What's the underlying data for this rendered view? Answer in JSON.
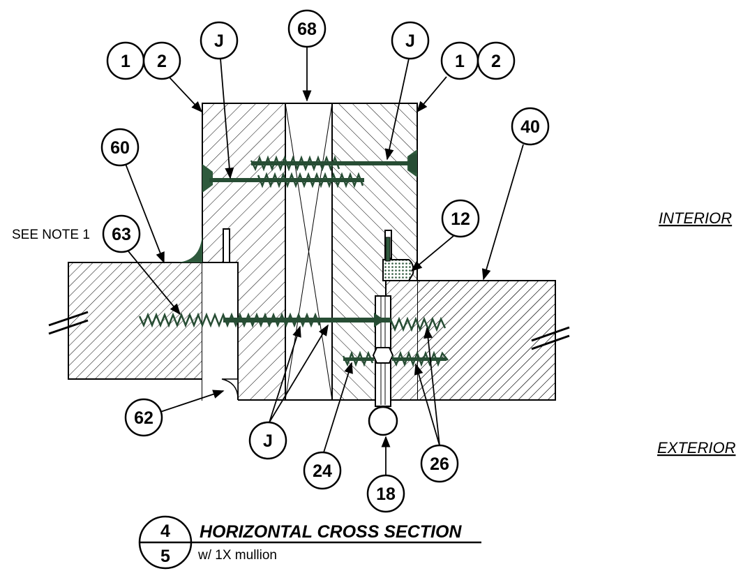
{
  "title": {
    "main": "HORIZONTAL CROSS SECTION",
    "sub": "w/ 1X mullion",
    "detail_number": "4",
    "sheet_number": "5"
  },
  "labels": {
    "interior": "INTERIOR",
    "exterior": "EXTERIOR",
    "note": "SEE NOTE 1"
  },
  "callouts": {
    "c1_left": "1",
    "c2_left": "2",
    "c1_right": "1",
    "c2_right": "2",
    "j_top_left": "J",
    "j_top_right": "J",
    "j_bottom": "J",
    "c68": "68",
    "c40": "40",
    "c60": "60",
    "c63": "63",
    "c12": "12",
    "c62": "62",
    "c24": "24",
    "c18": "18",
    "c26": "26"
  },
  "colors": {
    "line": "#000000",
    "sealant": "#2f5a3d",
    "screw": "#274d34",
    "paper": "#ffffff"
  }
}
